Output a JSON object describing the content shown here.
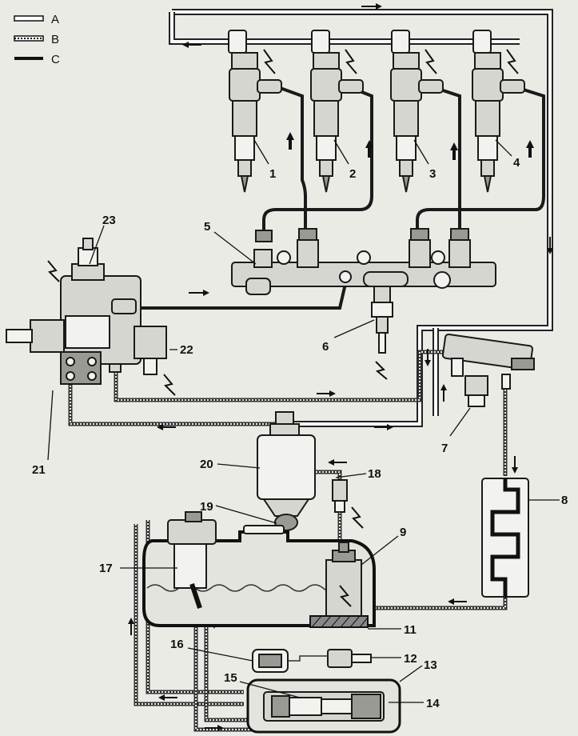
{
  "legend": [
    {
      "key": "A",
      "style": "return-line"
    },
    {
      "key": "B",
      "style": "low-pressure-line"
    },
    {
      "key": "C",
      "style": "high-pressure-line"
    }
  ],
  "labels": {
    "n1": "1",
    "n2": "2",
    "n3": "3",
    "n4": "4",
    "n5": "5",
    "n6": "6",
    "n7": "7",
    "n8": "8",
    "n9": "9",
    "n11": "11",
    "n12": "12",
    "n13": "13",
    "n14": "14",
    "n15": "15",
    "n16": "16",
    "n17": "17",
    "n18": "18",
    "n19": "19",
    "n20": "20",
    "n21": "21",
    "n22": "22",
    "n23": "23"
  },
  "colors": {
    "background": "#ebebe6",
    "ink": "#1a1a1a"
  }
}
